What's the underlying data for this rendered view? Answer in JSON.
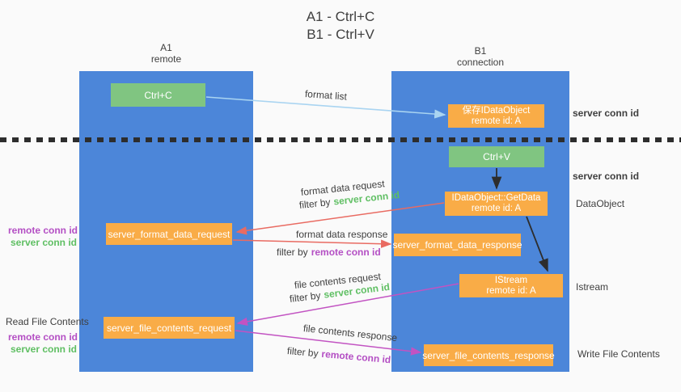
{
  "palette": {
    "background": "#fafafa",
    "lane_blue": "#4c86d9",
    "green": "#80c581",
    "orange": "#f9ac47",
    "red": "#e96b62",
    "purple": "#c253c2",
    "light_blue": "#a9d4f1",
    "black": "#2d2d2d",
    "text": "#3f3f3f",
    "green_text": "#5fbf63",
    "purple_text": "#b44fc4"
  },
  "title": {
    "line1": "A1 - Ctrl+C",
    "line2": "B1 - Ctrl+V"
  },
  "lanes": {
    "a": {
      "name": "A1",
      "role": "remote"
    },
    "b": {
      "name": "B1",
      "role": "connection"
    }
  },
  "nodes": {
    "ctrl_c": "Ctrl+C",
    "ctrl_v": "Ctrl+V",
    "save_idataobject": {
      "line1": "保存IDataObject",
      "line2": "remote id: A"
    },
    "getdata": {
      "line1": "IDataObject::GetData",
      "line2": "remote id: A"
    },
    "istream": {
      "line1": "IStream",
      "line2": "remote id: A"
    },
    "format_request": "server_format_data_request",
    "format_response": "server_format_data_response",
    "file_request": "server_file_contents_request",
    "file_response": "server_file_contents_response"
  },
  "arrows": {
    "format_list": "format list",
    "format_data_request": "format data request",
    "format_data_response": "format data response",
    "file_contents_request": "file contents request",
    "file_contents_response": "file contents response",
    "filter_by": "filter by",
    "server_conn_id": "server conn id",
    "remote_conn_id": "remote conn id"
  },
  "side_labels": {
    "server_conn_id_top": "server conn id",
    "server_conn_id_mid": "server conn id",
    "dataobject": "DataObject",
    "istream": "Istream",
    "write_file_contents": "Write File Contents",
    "read_file_contents": "Read File Contents",
    "remote_conn_id": "remote conn id",
    "server_conn_id": "server conn id"
  }
}
